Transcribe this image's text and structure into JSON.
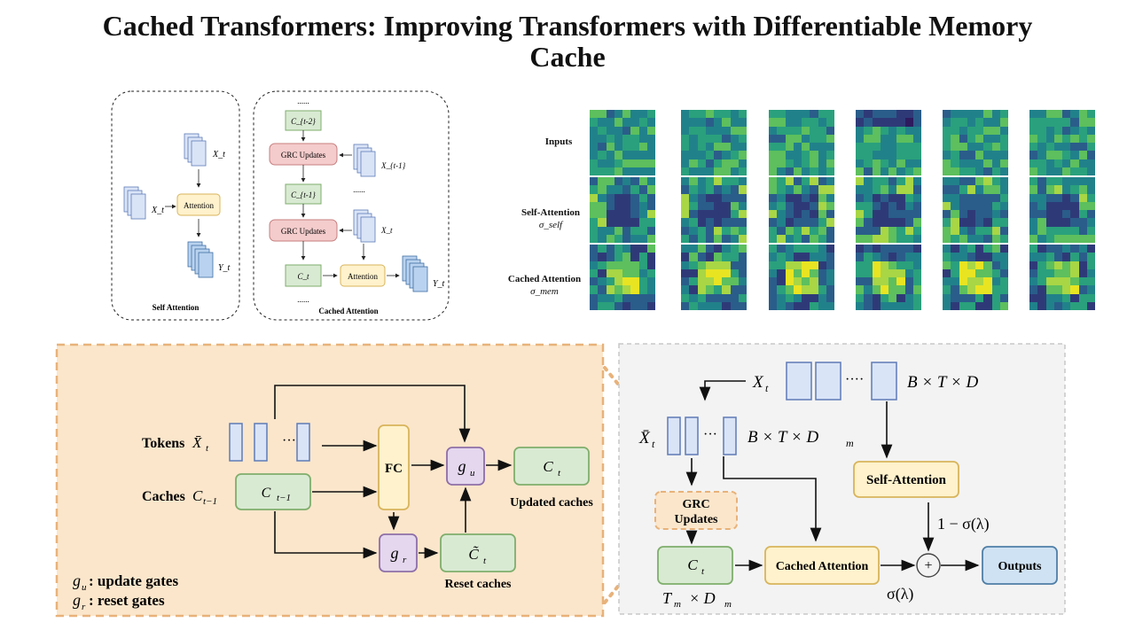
{
  "title_line1": "Cached Transformers: Improving Transformers with Differentiable Memory",
  "title_line2": "Cache",
  "top_left": {
    "self_attention_panel": {
      "input_label": "X_t",
      "attention_label": "Attention",
      "output_label": "Y_t",
      "caption": "Self Attention"
    },
    "cached_attention_panel": {
      "ellipsis": "......",
      "cache_prev2": "C_{t-2}",
      "grc_label": "GRC Updates",
      "input_prev": "X_{t-1}",
      "cache_prev1": "C_{t-1}",
      "input_cur": "X_t",
      "cache_cur": "C_t",
      "attention_label": "Attention",
      "output_label": "Y_t",
      "caption": "Cached Attention"
    }
  },
  "top_right": {
    "row_labels": [
      "Inputs",
      "Self-Attention",
      "Cached Attention"
    ],
    "row_sublabels": [
      "",
      "σ_self",
      "σ_mem"
    ],
    "image_count": 6
  },
  "bottom_left": {
    "tokens_label": "Tokens",
    "tokens_symbol": "X̄",
    "tokens_sub": "t",
    "caches_label": "Caches",
    "caches_symbol": "C",
    "caches_sub": "t−1",
    "cache_box": "C",
    "cache_box_sub": "t−1",
    "fc_label": "FC",
    "gu_label": "g",
    "gu_sub": "u",
    "gr_label": "g",
    "gr_sub": "r",
    "ct_label": "C",
    "ct_sub": "t",
    "ctilde_label": "C̃",
    "ctilde_sub": "t",
    "updated_caption": "Updated caches",
    "reset_caption": "Reset caches",
    "legend_gu": ": update gates",
    "legend_gr": ": reset gates"
  },
  "bottom_right": {
    "xt_label": "X",
    "xt_sub": "t",
    "dims_top": "B × T × D",
    "xbar_label": "X̄",
    "xbar_sub": "t",
    "dims_mid": "B × T × D",
    "dims_mid_sub": "m",
    "grc_line1": "GRC",
    "grc_line2": "Updates",
    "ct_label": "C",
    "ct_sub": "t",
    "tm_label": "T",
    "tm_sub": "m",
    "tm_times": "× D",
    "tm_sub2": "m",
    "self_attention": "Self-Attention",
    "cached_attention": "Cached Attention",
    "outputs": "Outputs",
    "one_minus_sigma": "1 − σ(λ)",
    "sigma": "σ(λ)",
    "plus": "+"
  },
  "colors": {
    "orange_panel": "#fbe6cb",
    "orange_border": "#e8b27a",
    "gray_panel": "#f3f3f3",
    "green_box": "#d9ead3",
    "green_border": "#7fae6c",
    "purple_box": "#e4d7ee",
    "purple_border": "#8e6fa8",
    "yellow_box": "#fff2cc",
    "yellow_border": "#d8b45b",
    "blue_box": "#cfe2f3",
    "blue_border": "#4f7ea6",
    "red_box": "#f4cccc",
    "red_border": "#c77e7e",
    "token_fill": "#dae4f7",
    "token_border": "#5e7bb6"
  }
}
